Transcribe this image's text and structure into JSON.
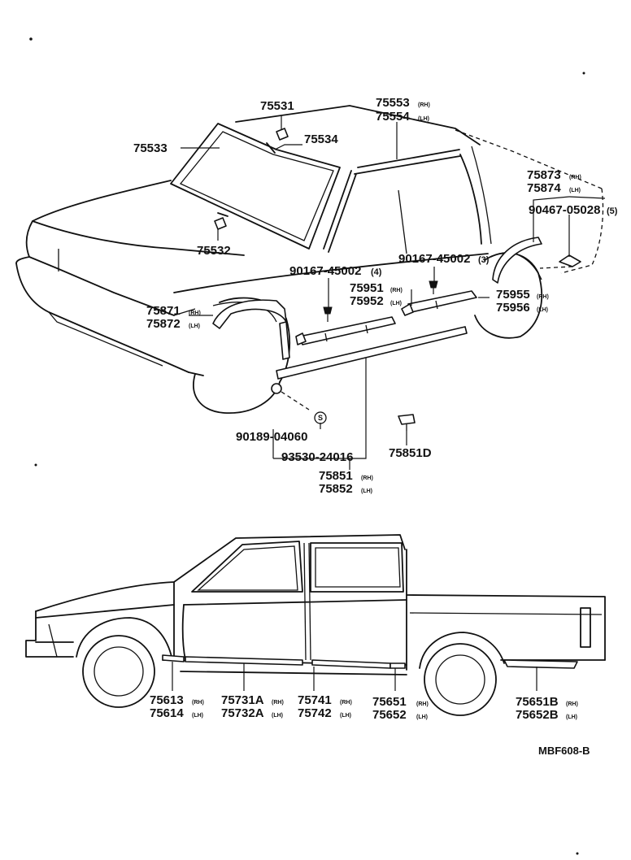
{
  "reference_code": "MBF608-B",
  "upper_labels": [
    {
      "id": "l75531",
      "pn": "75531",
      "sfx": "",
      "qty": ""
    },
    {
      "id": "l75533",
      "pn": "75533",
      "sfx": "",
      "qty": ""
    },
    {
      "id": "l75534",
      "pn": "75534",
      "sfx": "",
      "qty": ""
    },
    {
      "id": "l75532",
      "pn": "75532",
      "sfx": "",
      "qty": ""
    },
    {
      "id": "l75553",
      "pn": "75553",
      "sfx": "(RH)",
      "qty": ""
    },
    {
      "id": "l75554",
      "pn": "75554",
      "sfx": "(LH)",
      "qty": ""
    },
    {
      "id": "l75873",
      "pn": "75873",
      "sfx": "(RH)",
      "qty": ""
    },
    {
      "id": "l75874",
      "pn": "75874",
      "sfx": "(LH)",
      "qty": ""
    },
    {
      "id": "l9046705028",
      "pn": "90467-05028",
      "sfx": "",
      "qty": "(5)"
    },
    {
      "id": "l9016745002a",
      "pn": "90167-45002",
      "sfx": "",
      "qty": "(4)"
    },
    {
      "id": "l9016745002b",
      "pn": "90167-45002",
      "sfx": "",
      "qty": "(3)"
    },
    {
      "id": "l75951",
      "pn": "75951",
      "sfx": "(RH)",
      "qty": ""
    },
    {
      "id": "l75952",
      "pn": "75952",
      "sfx": "(LH)",
      "qty": ""
    },
    {
      "id": "l75955",
      "pn": "75955",
      "sfx": "(RH)",
      "qty": ""
    },
    {
      "id": "l75956",
      "pn": "75956",
      "sfx": "(LH)",
      "qty": ""
    },
    {
      "id": "l75871",
      "pn": "75871",
      "sfx": "(RH)",
      "qty": ""
    },
    {
      "id": "l75872",
      "pn": "75872",
      "sfx": "(LH)",
      "qty": ""
    },
    {
      "id": "l9018904060",
      "pn": "90189-04060",
      "sfx": "",
      "qty": ""
    },
    {
      "id": "l9353024016",
      "pn": "93530-24016",
      "sfx": "",
      "qty": ""
    },
    {
      "id": "l75851D",
      "pn": "75851D",
      "sfx": "",
      "qty": ""
    },
    {
      "id": "l75851",
      "pn": "75851",
      "sfx": "(RH)",
      "qty": ""
    },
    {
      "id": "l75852",
      "pn": "75852",
      "sfx": "(LH)",
      "qty": ""
    }
  ],
  "lower_labels": [
    {
      "id": "l75613",
      "pn": "75613",
      "sfx": "(RH)"
    },
    {
      "id": "l75614",
      "pn": "75614",
      "sfx": "(LH)"
    },
    {
      "id": "l75731A",
      "pn": "75731A",
      "sfx": "(RH)"
    },
    {
      "id": "l75732A",
      "pn": "75732A",
      "sfx": "(LH)"
    },
    {
      "id": "l75741",
      "pn": "75741",
      "sfx": "(RH)"
    },
    {
      "id": "l75742",
      "pn": "75742",
      "sfx": "(LH)"
    },
    {
      "id": "l75651",
      "pn": "75651",
      "sfx": "(RH)"
    },
    {
      "id": "l75652",
      "pn": "75652",
      "sfx": "(LH)"
    },
    {
      "id": "l75651B",
      "pn": "75651B",
      "sfx": "(RH)"
    },
    {
      "id": "l75652B",
      "pn": "75652B",
      "sfx": "(LH)"
    }
  ],
  "symbol_s": "S"
}
